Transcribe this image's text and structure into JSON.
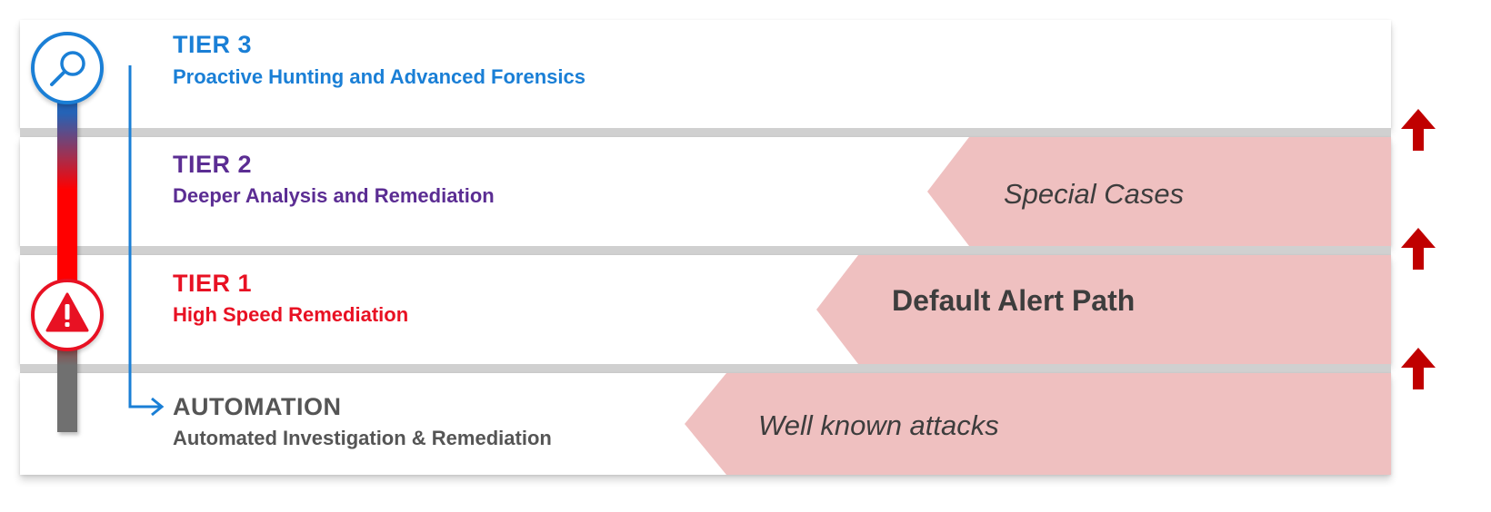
{
  "tiers": [
    {
      "title": "TIER 3",
      "subtitle": "Proactive Hunting and Advanced Forensics",
      "color": "#1a7fd6"
    },
    {
      "title": "TIER 2",
      "subtitle": "Deeper Analysis and Remediation",
      "color": "#5b2d93",
      "path_label": "Special Cases"
    },
    {
      "title": "TIER 1",
      "subtitle": "High Speed Remediation",
      "color": "#e81123",
      "path_label": "Default Alert Path"
    },
    {
      "title": "AUTOMATION",
      "subtitle": "Automated Investigation & Remediation",
      "color": "#555555",
      "path_label": "Well known attacks"
    }
  ],
  "colors": {
    "path_fill": "#efc0c0",
    "arrow": "#c00000",
    "connector": "#1a7fd6",
    "band_separator": "#d0d0d0"
  },
  "icons": {
    "top": "search-icon",
    "bottom": "alert-warning-icon"
  }
}
